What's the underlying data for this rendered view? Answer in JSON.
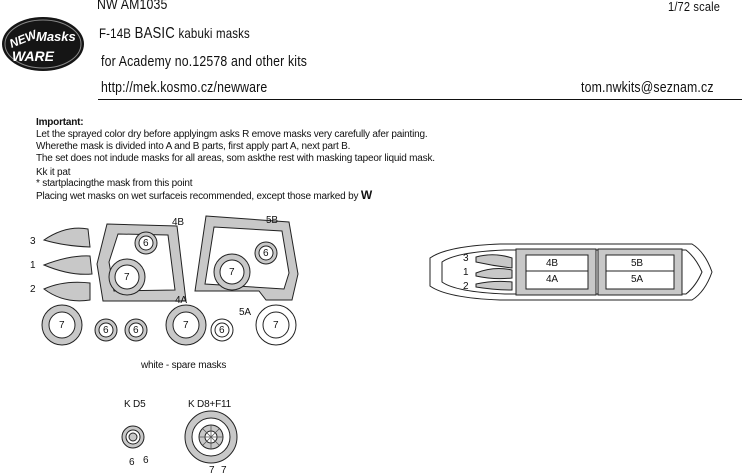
{
  "header": {
    "code": "NW AM1035",
    "scale": "1/72 scale",
    "title_prefix": "F-14B",
    "title_basic": "BASIC",
    "title_suffix": "kabuki masks",
    "subtitle": "for Academy no.12578 and other kits",
    "url": "http://mek.kosmo.cz/newware",
    "email": "tom.nwkits@seznam.cz",
    "logo_line1": "NEW",
    "logo_line2": "Masks",
    "logo_line3": "WARE"
  },
  "instructions": {
    "heading": "Important:",
    "lines": [
      "Let the sprayed color dry before applyingm asks R emove masks very carefully afer painting.",
      "Wherethe mask is divided into A and B parts, first apply part A, next part B.",
      "The set does not indude masks for all areas, som askthe rest with masking tapeor liquid mask.",
      "Kk it pat",
      "* startplacingthe mask from this point",
      "Placing wet masks on wet surfaceis recommended, except those marked by"
    ],
    "wet_mark": "W"
  },
  "sheet": {
    "label_3": "3",
    "label_1": "1",
    "label_2": "2",
    "label_4b": "4B",
    "label_5b": "5B",
    "label_4a": "4A",
    "label_5a": "5A",
    "c6a": "6",
    "c7a": "7",
    "c6b": "6",
    "c7b": "7",
    "r7a": "7",
    "r6a": "6",
    "r6b": "6",
    "r7b": "7",
    "r6c": "6",
    "r7c": "7",
    "spare_caption": "white - spare masks"
  },
  "canopy": {
    "label_3": "3",
    "label_1": "1",
    "label_2": "2",
    "p4b": "4B",
    "p4a": "4A",
    "p5b": "5B",
    "p5a": "5A"
  },
  "wheels": {
    "kd5_label": "K D5",
    "kd5_n1": "6",
    "kd5_n2": "6",
    "kd8_label": "K D8+F11",
    "kd8_n1": "7",
    "kd8_n2": "7"
  }
}
